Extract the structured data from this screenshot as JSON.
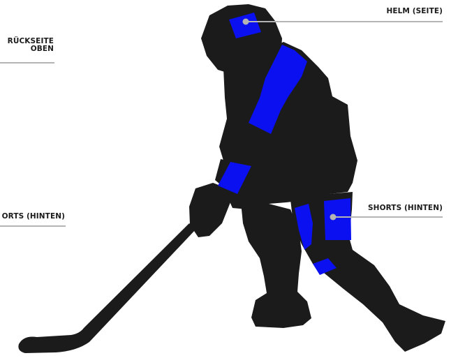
{
  "labels": {
    "helm_side": "HELM (SEITE)",
    "upper_back_line1": "RÜCKSEITE",
    "upper_back_line2": "OBEN",
    "shorts_back_left": "ORTS (HINTEN)",
    "shorts_back_right": "SHORTS (HINTEN)"
  },
  "colors": {
    "silhouette": "#1b1b1b",
    "highlight": "#0a10f0",
    "leader_line": "#b4b4b4",
    "background": "#ffffff"
  },
  "subject": "hockey-player-silhouette-icon"
}
